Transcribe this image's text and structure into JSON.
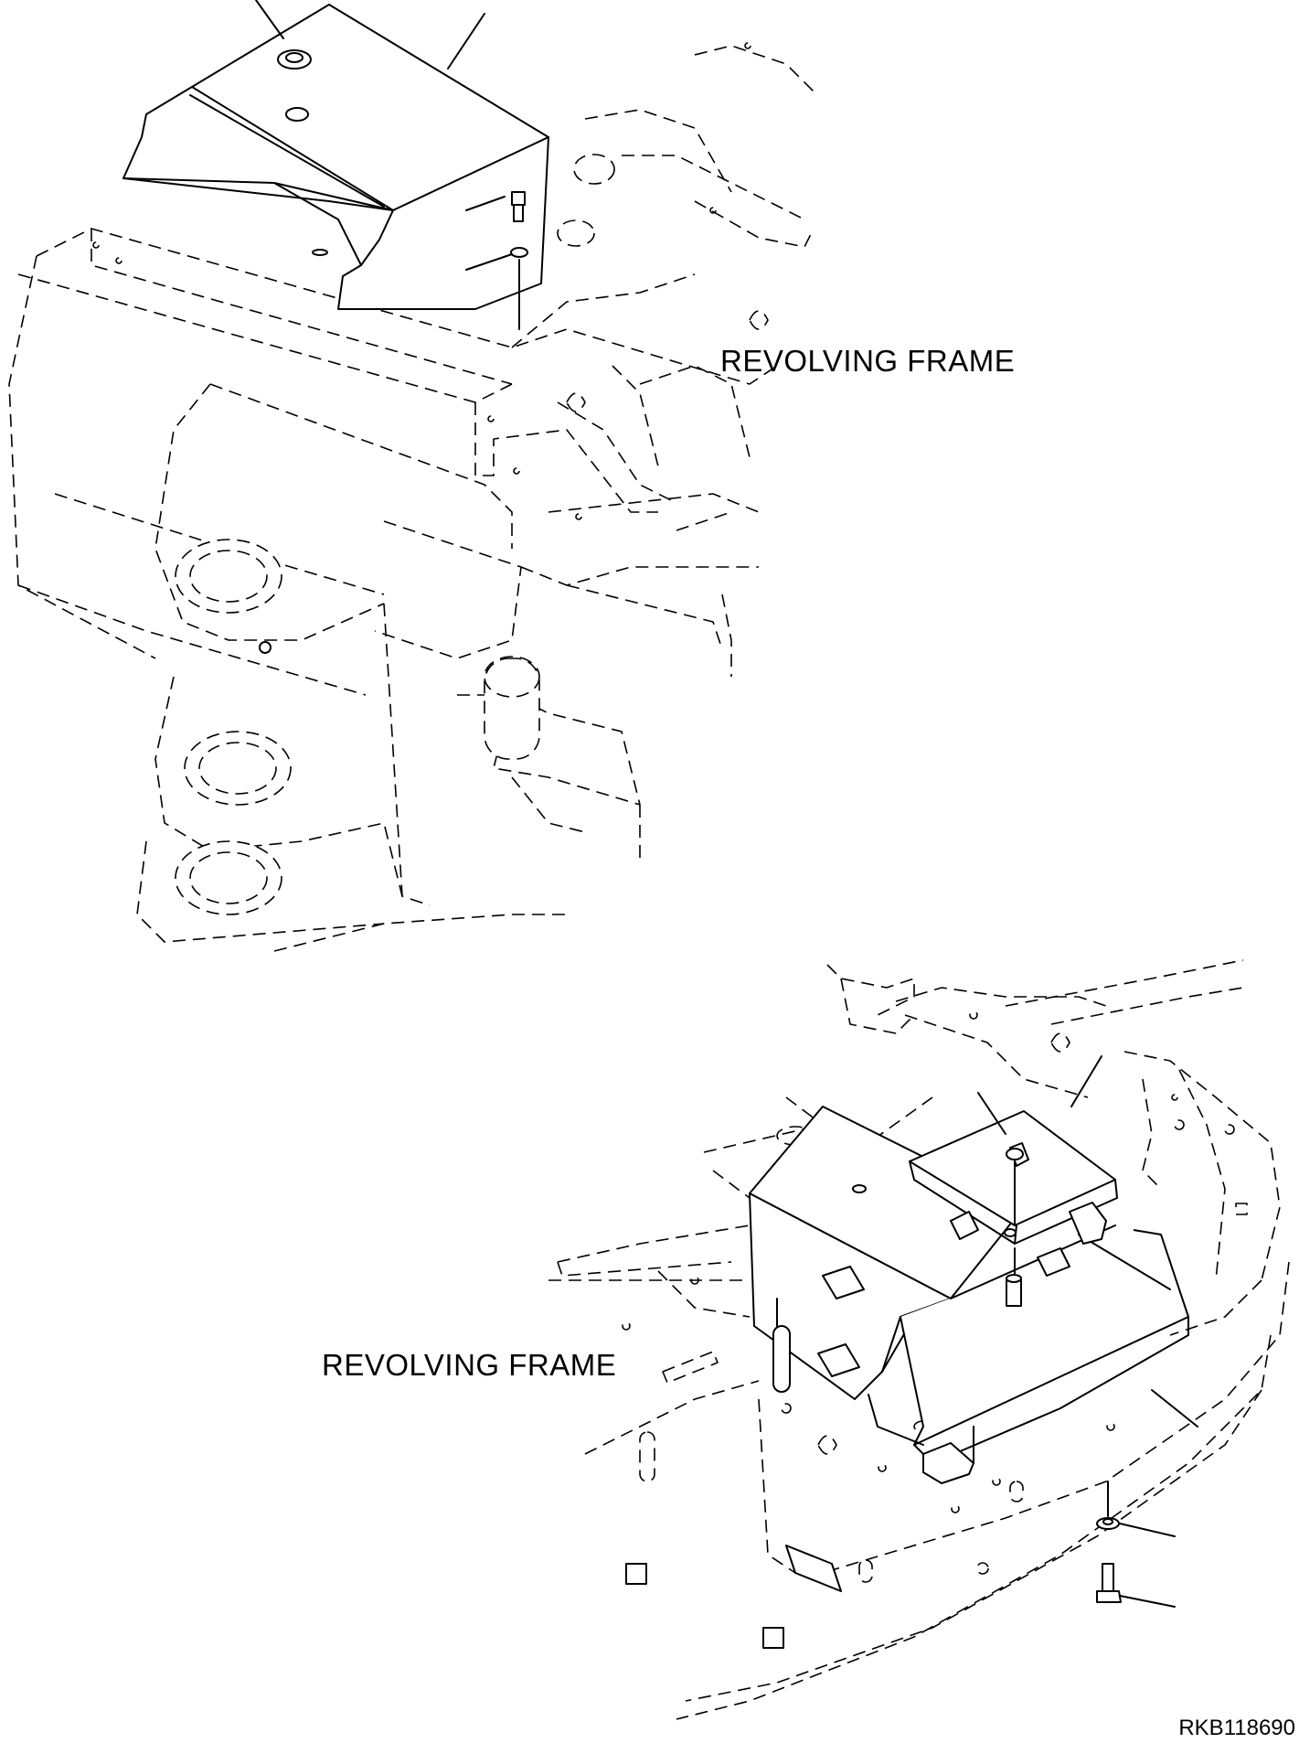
{
  "labels": {
    "frame_top": "REVOLVING FRAME",
    "frame_bottom": "REVOLVING FRAME",
    "drawing_number": "RKB118690"
  }
}
